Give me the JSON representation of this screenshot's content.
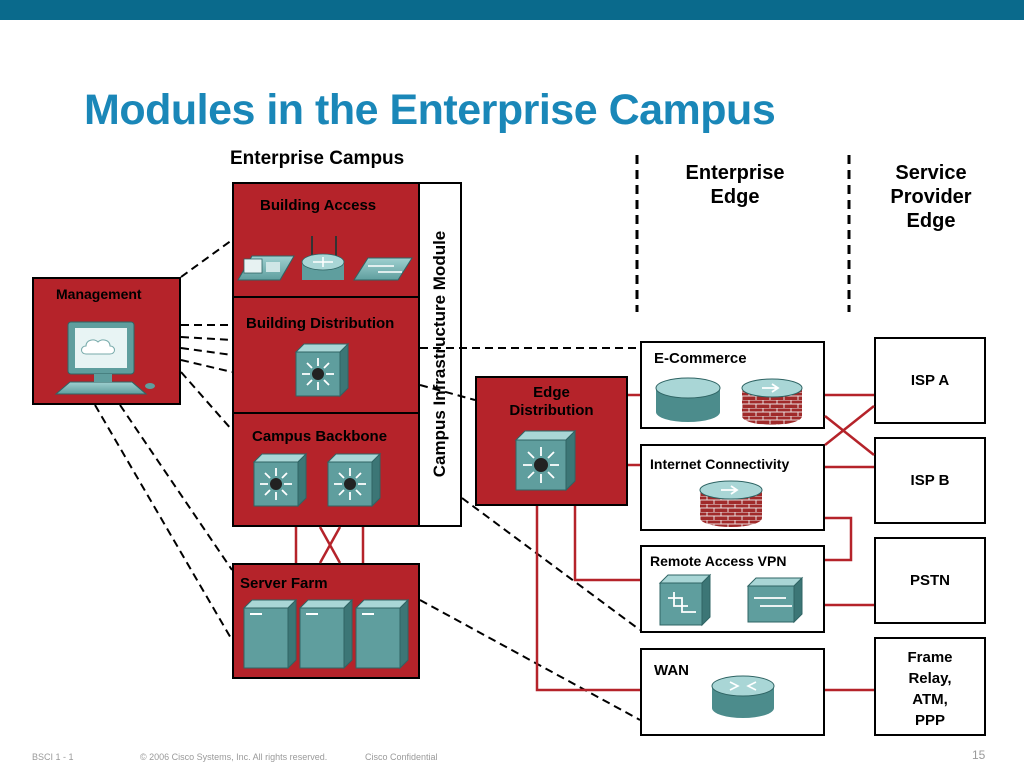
{
  "slide": {
    "title": "Modules in the Enterprise Campus"
  },
  "sections": {
    "enterprise_campus": "Enterprise Campus",
    "enterprise_edge": [
      "Enterprise",
      "Edge"
    ],
    "service_provider_edge": [
      "Service",
      "Provider",
      "Edge"
    ]
  },
  "campus": {
    "building_access": "Building Access",
    "building_distribution": "Building Distribution",
    "campus_backbone": "Campus Backbone",
    "infrastructure_module": "Campus Infrastructure Module",
    "management": "Management",
    "server_farm": "Server Farm",
    "edge_distribution": [
      "Edge",
      "Distribution"
    ]
  },
  "edge_modules": {
    "ecommerce": "E-Commerce",
    "internet_connectivity": "Internet Connectivity",
    "remote_access_vpn": "Remote Access VPN",
    "wan": "WAN"
  },
  "providers": {
    "isp_a": "ISP A",
    "isp_b": "ISP B",
    "pstn": "PSTN",
    "frame_relay": [
      "Frame",
      "Relay,",
      "ATM,",
      "PPP"
    ]
  },
  "footer": {
    "code": "BSCI 1 - 1",
    "copyright": "© 2006 Cisco Systems, Inc. All rights reserved.",
    "confidential": "Cisco Confidential",
    "page": "15"
  },
  "colors": {
    "top_bar": "#0a6a8c",
    "title": "#1a87b8",
    "module_red": "#b5232a",
    "device_teal": "#4c8c8c",
    "link_red": "#b5232a"
  },
  "icons": [
    "ip-phone-icon",
    "wireless-ap-icon",
    "switch-icon",
    "multilayer-switch-icon",
    "management-workstation-icon",
    "server-icon",
    "router-icon",
    "firewall-icon",
    "vpn-concentrator-icon"
  ]
}
